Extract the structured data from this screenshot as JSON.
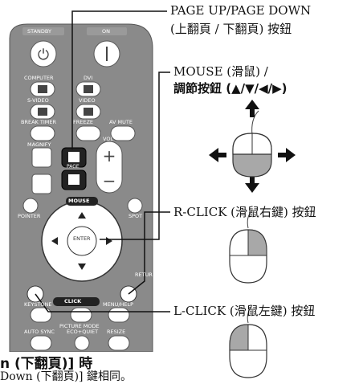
{
  "remote": {
    "labels": {
      "standby": "STANDBY",
      "on": "ON",
      "computer": "COMPUTER",
      "dvi": "DVI",
      "s_video": "S-VIDEO",
      "video": "VIDEO",
      "break_timer": "BREAK TIMER",
      "freeze": "FREEZE",
      "av_mute": "AV MUTE",
      "magnify": "MAGNIFY",
      "vol": "VOL",
      "page": "PAGE",
      "mouse": "MOUSE",
      "pointer": "POINTER",
      "spot": "SPOT",
      "enter": "ENTER",
      "return": "RETURN",
      "keystone": "KEYSTONE",
      "picture_mode": "PICTURE MODE",
      "menu_help": "MENU/HELP",
      "auto_sync": "AUTO SYNC",
      "eco_quiet": "ECO+QUIET",
      "resize": "RESIZE",
      "click": "CLICK"
    }
  },
  "annotations": {
    "page_updown_line1": "PAGE UP/PAGE DOWN",
    "page_updown_line2": "(上翻頁 / 下翻頁) 按鈕",
    "mouse_line1": "MOUSE (滑鼠) /",
    "mouse_line2": "調節按鈕 (▲/▼/◀/▶)",
    "r_click": "R-CLICK (滑鼠右鍵) 按鈕",
    "l_click": "L-CLICK (滑鼠左鍵) 按鈕"
  },
  "footer": {
    "cut_line1": "n (下翻頁)] 時",
    "cut_line2": "Down (下翻頁)] 鍵相同。"
  }
}
